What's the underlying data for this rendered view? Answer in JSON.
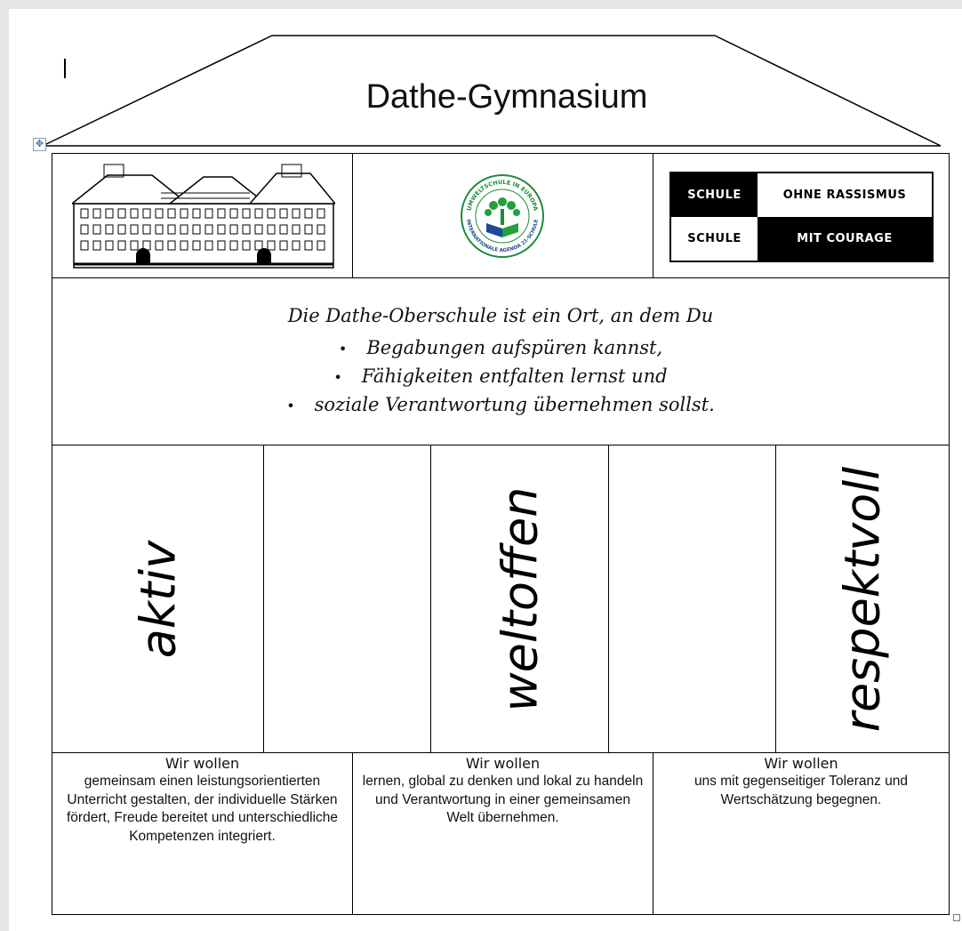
{
  "roof": {
    "title": "Dathe-Gymnasium"
  },
  "logos": {
    "eco_school_ring_top": "UMWELTSCHULE IN EUROPA",
    "eco_school_ring_bottom": "INTERNATIONALE AGENDA 21-SCHULE",
    "sor": {
      "top_left": "SCHULE",
      "top_right": "OHNE RASSISMUS",
      "bottom_left": "SCHULE",
      "bottom_right": "MIT COURAGE"
    }
  },
  "mission": {
    "intro": "Die Dathe-Oberschule ist ein Ort, an dem Du",
    "bullets": [
      "Begabungen aufspüren kannst,",
      "Fähigkeiten entfalten lernst und",
      "soziale Verantwortung übernehmen sollst."
    ]
  },
  "values": [
    "aktiv",
    "weltoffen",
    "respektvoll"
  ],
  "goals": [
    {
      "heading": "Wir wollen",
      "text": "gemeinsam einen leistungsorientierten Unterricht gestalten, der individuelle Stärken fördert, Freude bereitet und unterschiedliche Kompetenzen integriert."
    },
    {
      "heading": "Wir wollen",
      "text": "lernen, global zu denken und lokal zu handeln und Verantwortung in einer gemeinsamen Welt übernehmen."
    },
    {
      "heading": "Wir wollen",
      "text": "uns mit gegenseitiger Toleranz und Wertschätzung begegnen."
    }
  ]
}
